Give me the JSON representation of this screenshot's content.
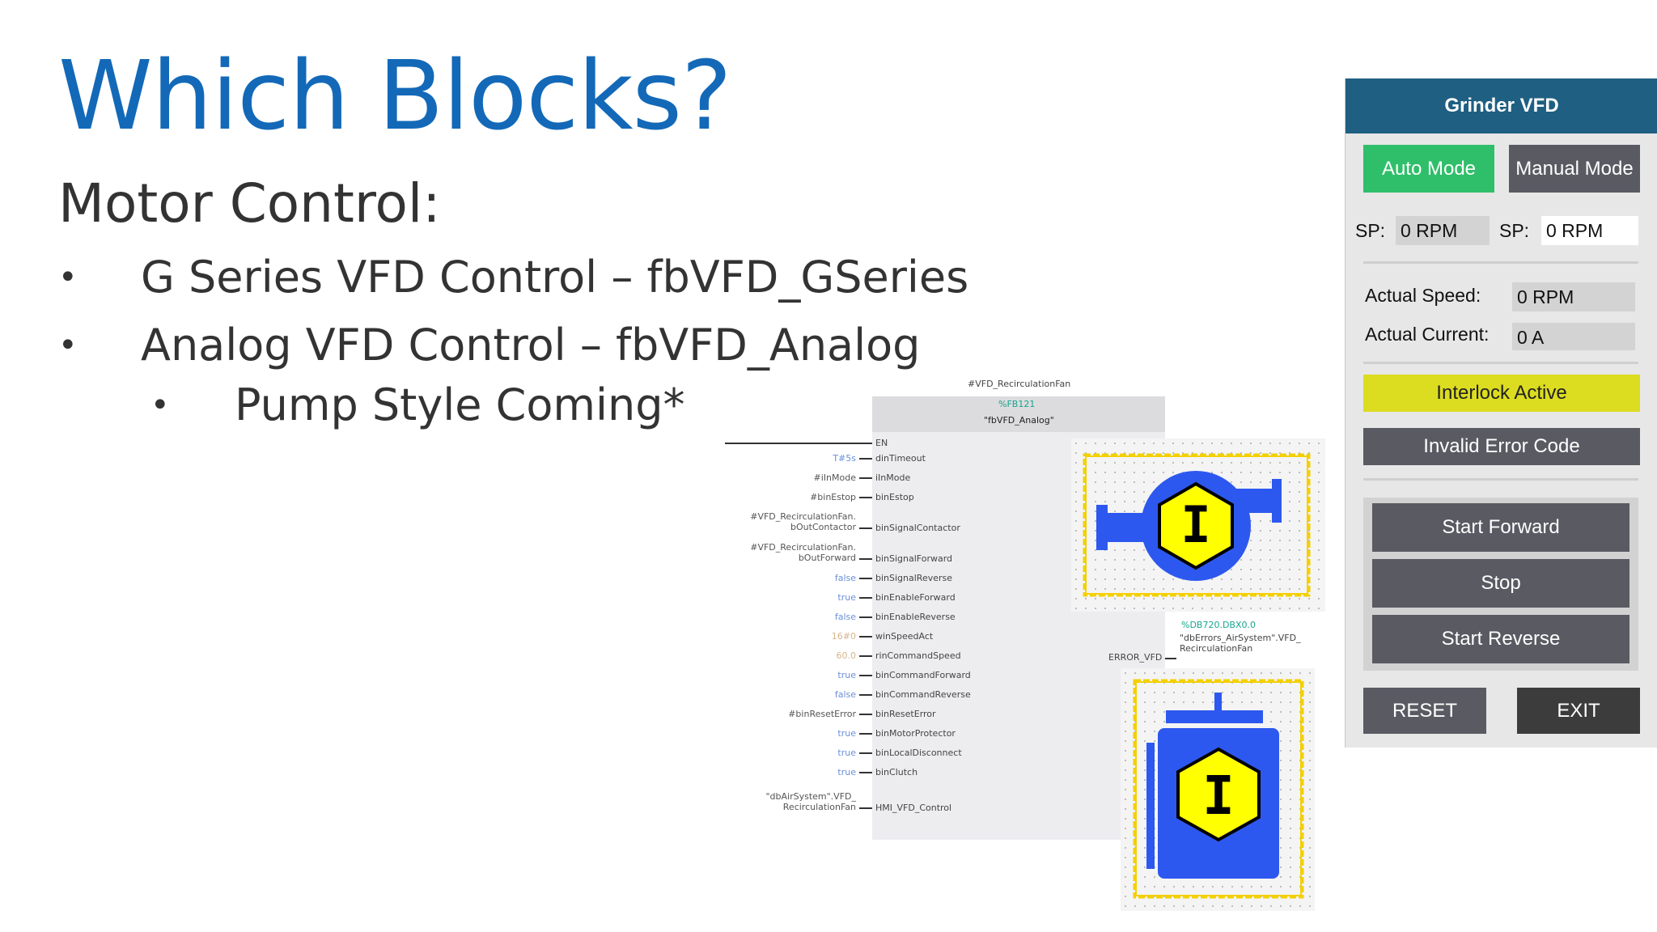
{
  "slide": {
    "title": "Which Blocks?",
    "subtitle": "Motor Control:",
    "bullets": [
      "G Series VFD Control – fbVFD_GSeries",
      "Analog VFD Control – fbVFD_Analog"
    ],
    "sub_bullets": [
      "Pump Style Coming*"
    ],
    "bullet_glyph": "•"
  },
  "function_block": {
    "instance_name": "#VFD_RecirculationFan",
    "block_number": "%FB121",
    "block_name": "\"fbVFD_Analog\"",
    "enable_pin": "EN",
    "inputs": [
      {
        "value": "T#5s",
        "pin": "dinTimeout",
        "style": "blue"
      },
      {
        "value": "#iInMode",
        "pin": "iInMode",
        "style": ""
      },
      {
        "value": "#binEstop",
        "pin": "binEstop",
        "style": ""
      },
      {
        "value": "#VFD_RecirculationFan.\nbOutContactor",
        "pin": "binSignalContactor",
        "style": ""
      },
      {
        "value": "#VFD_RecirculationFan.\nbOutForward",
        "pin": "binSignalForward",
        "style": ""
      },
      {
        "value": "false",
        "pin": "binSignalReverse",
        "style": "blue"
      },
      {
        "value": "true",
        "pin": "binEnableForward",
        "style": "blue"
      },
      {
        "value": "false",
        "pin": "binEnableReverse",
        "style": "blue"
      },
      {
        "value": "16#0",
        "pin": "winSpeedAct",
        "style": "tan"
      },
      {
        "value": "60.0",
        "pin": "rinCommandSpeed",
        "style": "tan"
      },
      {
        "value": "true",
        "pin": "binCommandForward",
        "style": "blue"
      },
      {
        "value": "false",
        "pin": "binCommandReverse",
        "style": "blue"
      },
      {
        "value": "#binResetError",
        "pin": "binResetError",
        "style": ""
      },
      {
        "value": "true",
        "pin": "binMotorProtector",
        "style": "blue"
      },
      {
        "value": "true",
        "pin": "binLocalDisconnect",
        "style": "blue"
      },
      {
        "value": "true",
        "pin": "binClutch",
        "style": "blue"
      },
      {
        "value": "\"dbAirSystem\".VFD_\nRecirculationFan",
        "pin": "HMI_VFD_Control",
        "style": ""
      }
    ],
    "output_address": "%DB720.DBX0.0",
    "output_pin": "ERROR_VFD",
    "output_tag": "\"dbErrors_AirSystem\".VFD_\nRecirculationFan"
  },
  "icons": {
    "motor_icon": "motor-symbol-icon",
    "pump_icon": "pump-symbol-icon",
    "indicator_letter": "I",
    "indicator_color": "#ffff00",
    "motor_color": "#2d58ef",
    "selection_color": "#f4d000"
  },
  "vfd_faceplate": {
    "title": "Grinder VFD",
    "auto_mode_label": "Auto Mode",
    "manual_mode_label": "Manual Mode",
    "sp_label": "SP:",
    "auto_sp_value": "0 RPM",
    "manual_sp_value": "0 RPM",
    "actual_speed_label": "Actual Speed:",
    "actual_speed_value": "0 RPM",
    "actual_current_label": "Actual Current:",
    "actual_current_value": "0 A",
    "interlock_label": "Interlock Active",
    "error_label": "Invalid Error Code",
    "start_forward_label": "Start Forward",
    "stop_label": "Stop",
    "start_reverse_label": "Start Reverse",
    "reset_label": "RESET",
    "exit_label": "EXIT",
    "colors": {
      "header": "#1f5f82",
      "auto_mode": "#2fbf6a",
      "button": "#5a5a63",
      "interlock": "#dcdc21",
      "exit": "#3c3c3c"
    }
  }
}
